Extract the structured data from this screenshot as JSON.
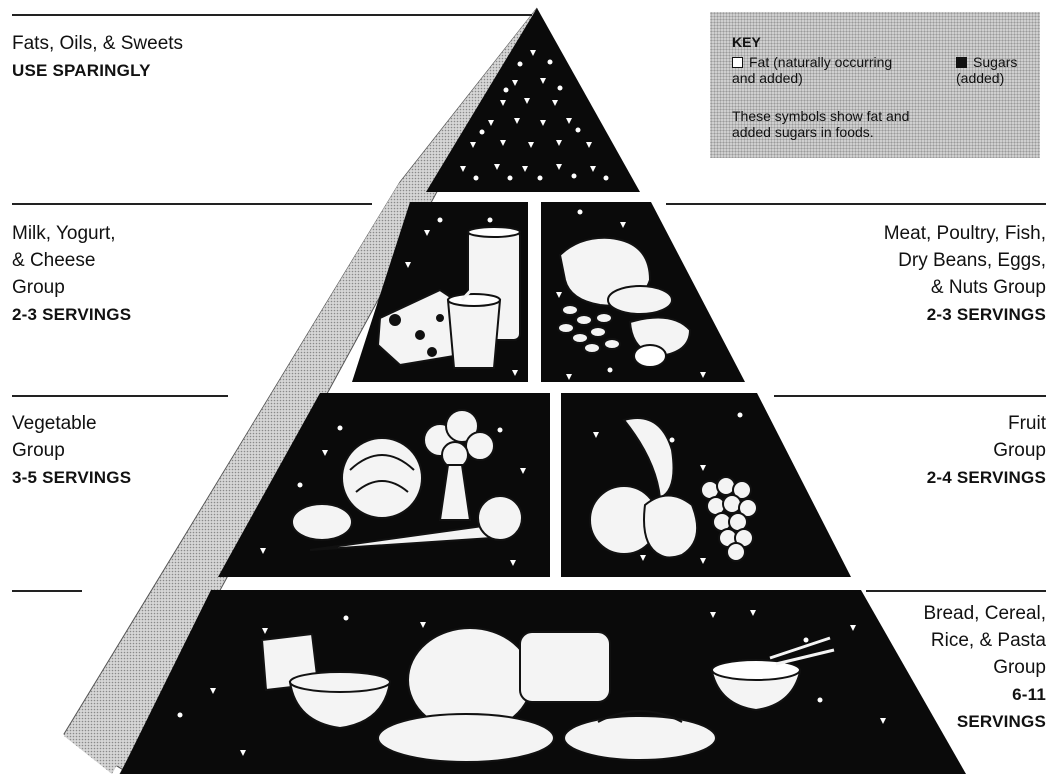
{
  "levels": {
    "top": {
      "name": "Fats, Oils, & Sweets",
      "servings": "USE SPARINGLY"
    },
    "milk": {
      "name": "Milk, Yogurt,\n& Cheese\nGroup",
      "servings": "2-3 SERVINGS"
    },
    "meat": {
      "name": "Meat, Poultry, Fish,\nDry Beans, Eggs,\n& Nuts Group",
      "servings": "2-3 SERVINGS"
    },
    "vegetable": {
      "name": "Vegetable\nGroup",
      "servings": "3-5 SERVINGS"
    },
    "fruit": {
      "name": "Fruit\nGroup",
      "servings": "2-4 SERVINGS"
    },
    "bread": {
      "name": "Bread, Cereal,\nRice, & Pasta\nGroup",
      "servings": "6-11\nSERVINGS"
    }
  },
  "key": {
    "title": "KEY",
    "fat_label": "Fat (naturally occurring\nand added)",
    "sugar_label": "Sugars\n(added)",
    "description": "These symbols show fat and\nadded sugars in foods."
  },
  "colors": {
    "tier": "#0a0a0a",
    "side": "#b8b8b8",
    "food": "#f4f4f4"
  }
}
